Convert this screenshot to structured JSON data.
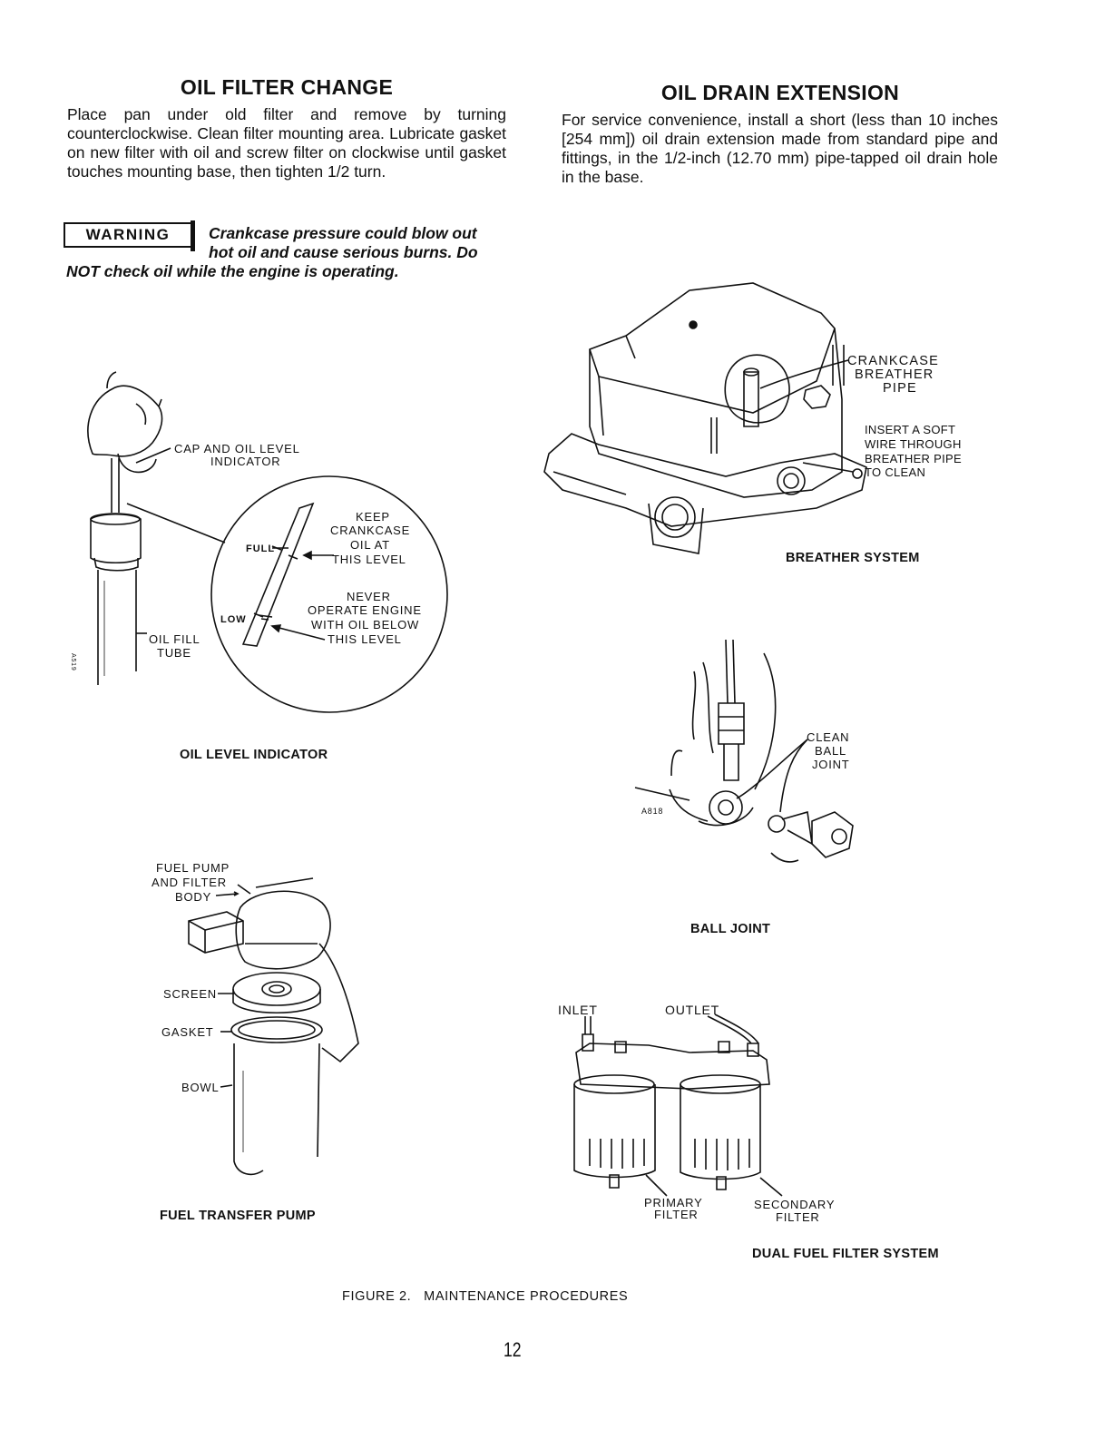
{
  "left": {
    "heading": "OIL FILTER CHANGE",
    "body": "Place pan under old filter and remove by turning counterclockwise. Clean filter mounting area. Lubricate gasket on new filter with oil and screw filter on clockwise until gasket touches mounting base, then tighten 1/2 turn.",
    "warning_label": "WARNING",
    "warning_line1": "Crankcase pressure could blow out",
    "warning_line2": "hot oil and cause serious burns. Do",
    "warning_line3": "NOT check oil while the engine is operating."
  },
  "right": {
    "heading": "OIL DRAIN EXTENSION",
    "body": "For service convenience, install a short (less than 10 inches [254 mm]) oil drain extension made from standard pipe and fittings, in the 1/2-inch (12.70 mm) pipe-tapped oil drain hole in the base."
  },
  "figures": {
    "oil_level": {
      "cap_label_1": "CAP AND OIL LEVEL",
      "cap_label_2": "INDICATOR",
      "full": "FULL",
      "low": "LOW",
      "keep_1": "KEEP",
      "keep_2": "CRANKCASE",
      "keep_3": "OIL AT",
      "keep_4": "THIS LEVEL",
      "never_1": "NEVER",
      "never_2": "OPERATE ENGINE",
      "never_3": "WITH OIL BELOW",
      "never_4": "THIS LEVEL",
      "fill_1": "OIL FILL",
      "fill_2": "TUBE",
      "code": "A519",
      "caption": "OIL LEVEL INDICATOR"
    },
    "breather": {
      "label_1": "CRANKCASE",
      "label_2": "BREATHER",
      "label_3": "PIPE",
      "insert_1": "INSERT A SOFT",
      "insert_2": "WIRE THROUGH",
      "insert_3": "BREATHER PIPE",
      "insert_4": "TO CLEAN",
      "caption": "BREATHER SYSTEM"
    },
    "ball_joint": {
      "label_1": "CLEAN",
      "label_2": "BALL",
      "label_3": "JOINT",
      "code": "A818",
      "caption": "BALL JOINT"
    },
    "fuel_pump": {
      "body_1": "FUEL PUMP",
      "body_2": "AND FILTER",
      "body_3": "BODY",
      "screen": "SCREEN",
      "gasket": "GASKET",
      "bowl": "BOWL",
      "caption": "FUEL TRANSFER PUMP"
    },
    "dual_filter": {
      "inlet": "INLET",
      "outlet": "OUTLET",
      "primary_1": "PRIMARY",
      "primary_2": "FILTER",
      "secondary_1": "SECONDARY",
      "secondary_2": "FILTER",
      "caption": "DUAL FUEL FILTER SYSTEM"
    }
  },
  "figure_caption": "FIGURE 2.   MAINTENANCE PROCEDURES",
  "page_number": "12"
}
